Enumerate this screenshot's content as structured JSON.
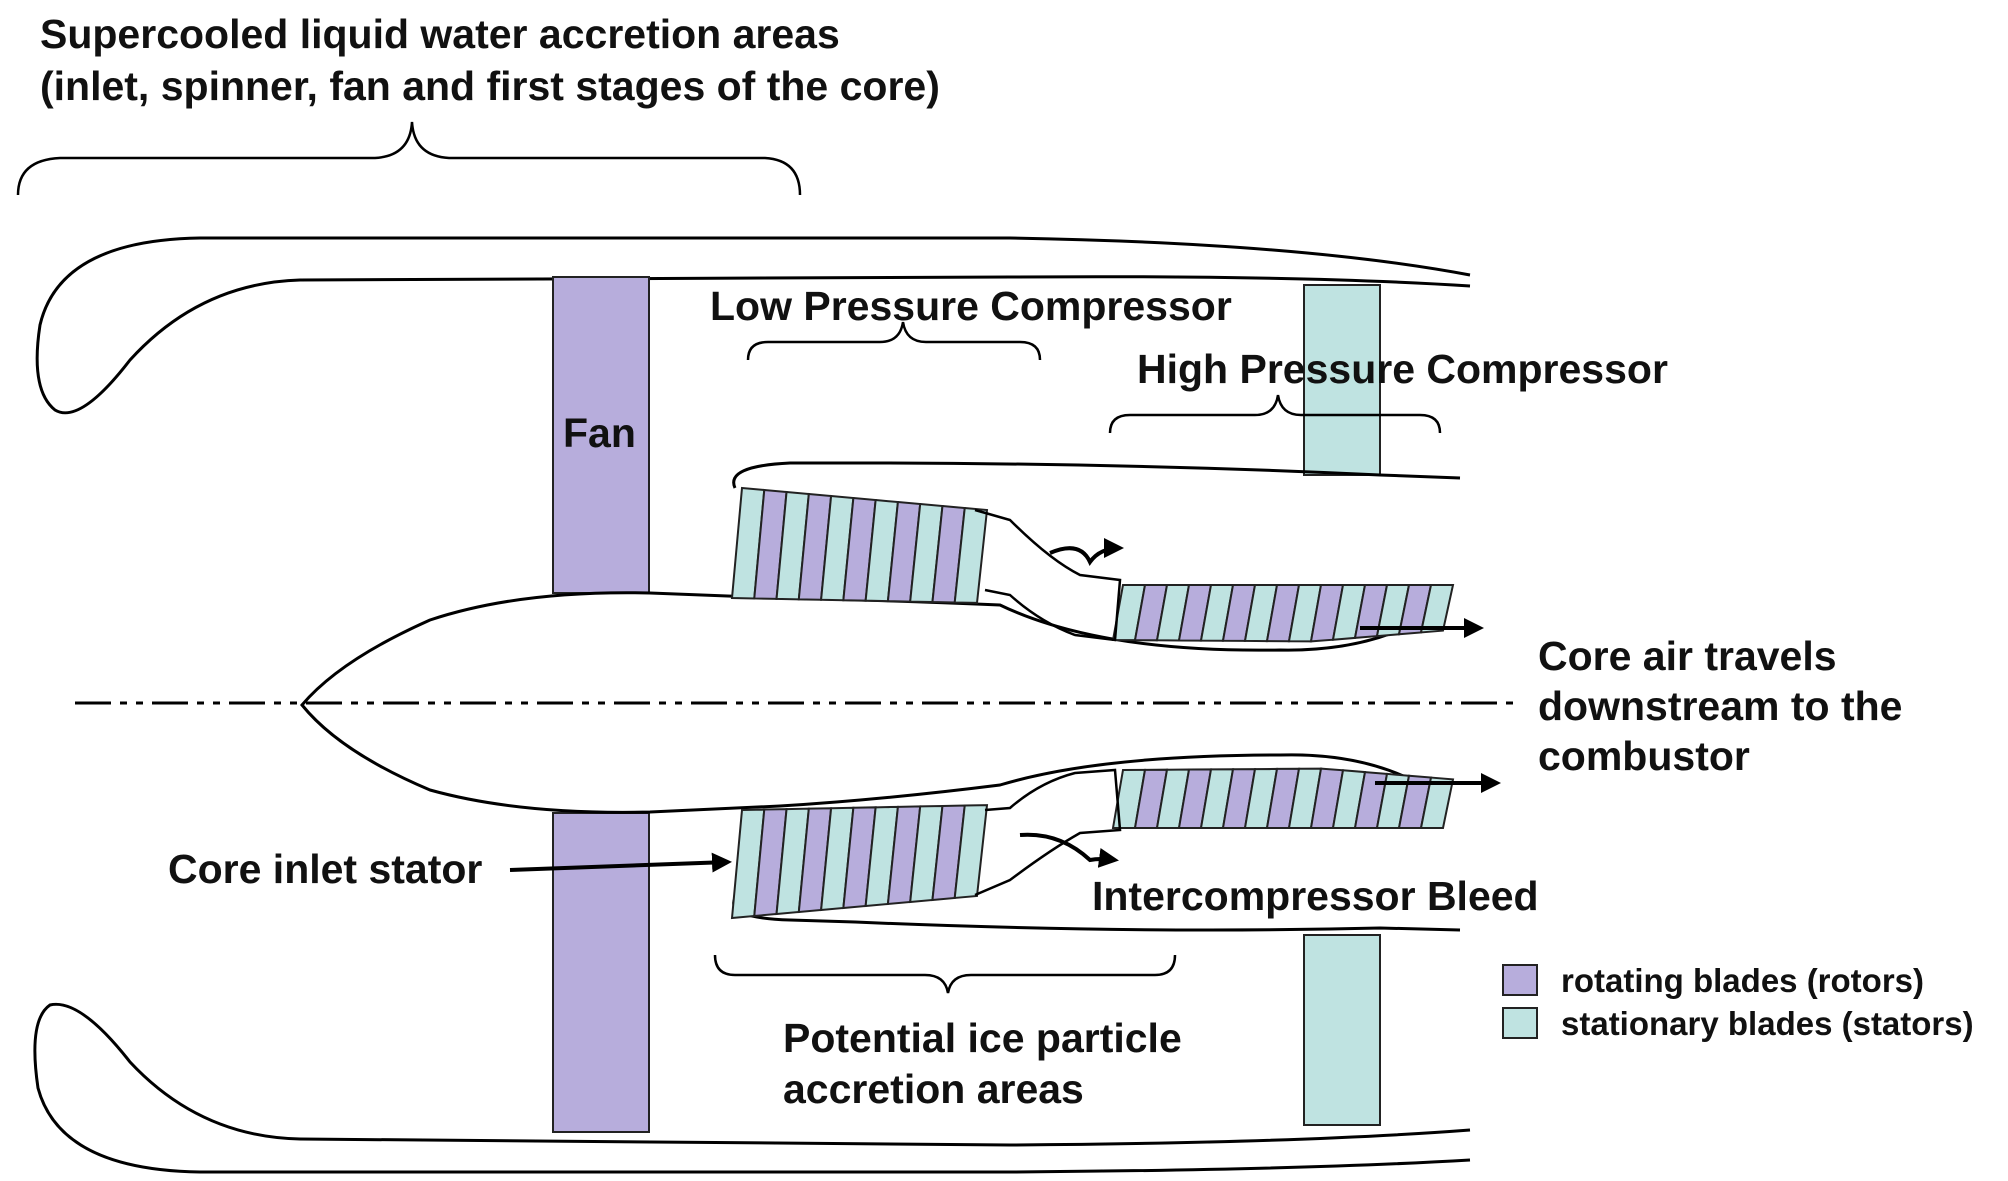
{
  "labels": {
    "supercooled_line1": "Supercooled liquid water accretion areas",
    "supercooled_line2": "(inlet, spinner, fan and first stages of the core)",
    "low_pressure_compressor": "Low Pressure Compressor",
    "high_pressure_compressor": "High Pressure Compressor",
    "fan": "Fan",
    "core_air_line1": "Core air travels",
    "core_air_line2": "downstream to the",
    "core_air_line3": "combustor",
    "core_inlet_stator": "Core inlet stator",
    "intercompressor_bleed": "Intercompressor Bleed",
    "potential_ice_line1": "Potential ice particle",
    "potential_ice_line2": "accretion areas"
  },
  "legend": {
    "rotors": "rotating blades (rotors)",
    "stators": "stationary blades (stators)"
  },
  "colors": {
    "rotor": "#b7addc",
    "stator": "#bfe3e1",
    "line": "#000000"
  }
}
